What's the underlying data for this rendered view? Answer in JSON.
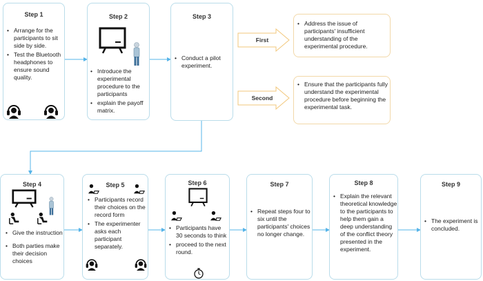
{
  "steps": [
    {
      "title": "Step 1",
      "bullets": [
        "Arrange for the participants to sit side by side.",
        "Test the Bluetooth headphones to ensure sound quality."
      ]
    },
    {
      "title": "Step 2",
      "bullets": [
        "Introduce the experimental procedure to the participants",
        "explain the payoff matrix."
      ]
    },
    {
      "title": "Step 3",
      "bullets": [
        "Conduct a pilot experiment."
      ]
    },
    {
      "title": "Step 4",
      "bullets": [
        "Give the instruction",
        "Both parties make their decision choices"
      ]
    },
    {
      "title": "Step 5",
      "bullets": [
        "Participants record their choices on the record form",
        "The experimenter asks each participant separately."
      ]
    },
    {
      "title": "Step 6",
      "bullets": [
        "Participants have 30 seconds to think",
        "proceed to the next round."
      ]
    },
    {
      "title": "Step 7",
      "bullets": [
        "Repeat steps four to six until the participants' choices no longer change."
      ]
    },
    {
      "title": "Step 8",
      "bullets": [
        "Explain the relevant theoretical knowledge to the participants to help them gain a deep understanding of the conflict theory presented in the experiment."
      ]
    },
    {
      "title": "Step 9",
      "bullets": [
        "The experiment is concluded."
      ]
    }
  ],
  "branches": [
    {
      "label": "First",
      "text": "Address the issue of participants' insufficient understanding of the experimental procedure."
    },
    {
      "label": "Second",
      "text": "Ensure that the participants fully understand the experimental procedure before beginning the experimental task."
    }
  ],
  "colors": {
    "connector": "#56b4e9",
    "step_border": "#b9dcea",
    "branch_border": "#f2d8a8"
  }
}
